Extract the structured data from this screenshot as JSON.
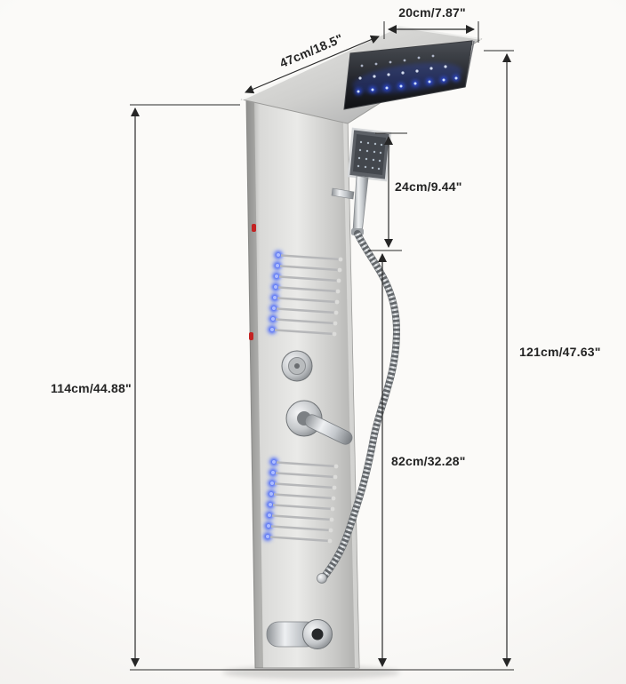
{
  "dimensions": {
    "head_width": "20cm/7.87\"",
    "head_depth": "47cm/18.5\"",
    "hand_shower_section": "24cm/9.44\"",
    "panel_height": "114cm/44.88\"",
    "total_height": "121cm/47.63\"",
    "lower_section": "82cm/32.28\""
  },
  "colors": {
    "dimension_annotation": "#262626",
    "led_blue": "#2e52ff",
    "indicator_red": "#c32222",
    "brushed_nickel": "#cfcfcd",
    "background": "#f2f1ef"
  }
}
